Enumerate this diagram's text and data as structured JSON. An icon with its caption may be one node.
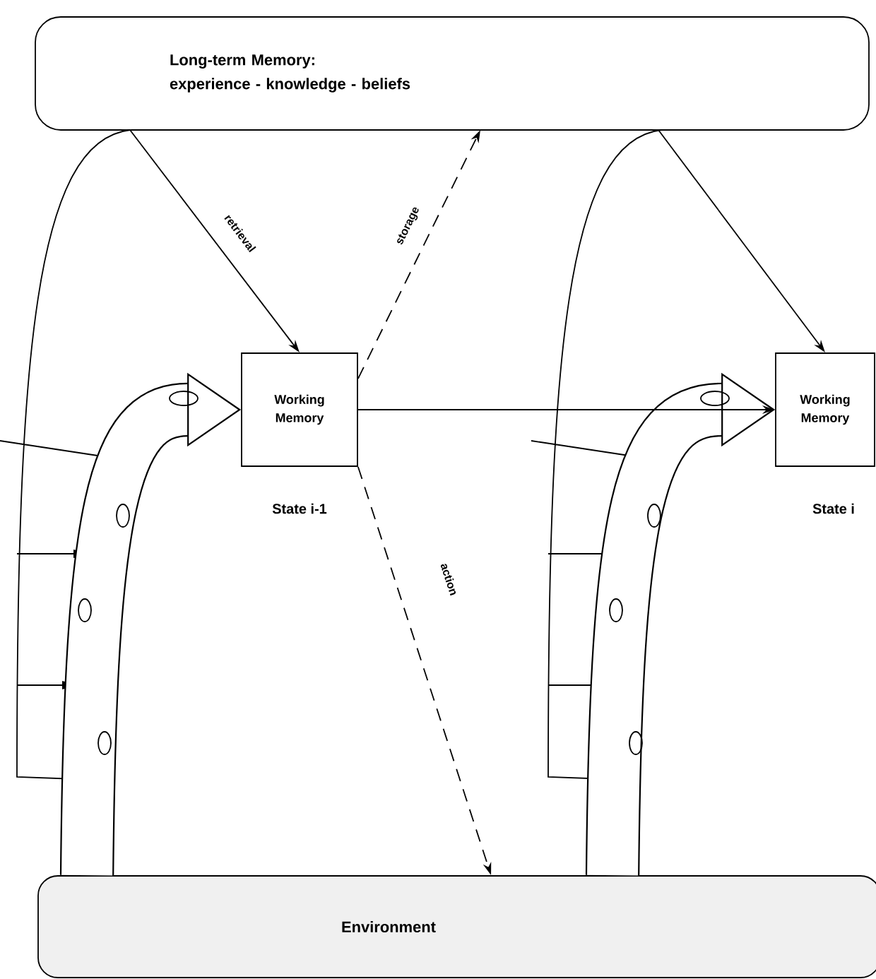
{
  "diagram": {
    "nodes": [
      {
        "text": [
          "Long-term Memory:",
          "experience - knowledge - beliefs"
        ]
      },
      {
        "text": [
          "Working Memory"
        ],
        "beside": [
          "State i-1"
        ]
      },
      {
        "text": [
          "Working Memory"
        ],
        "beside": [
          "State i"
        ]
      },
      {
        "text": [
          "Environment"
        ]
      }
    ],
    "edges": [
      {
        "from": 0,
        "to": 1,
        "arrow": "to",
        "label": "retrieval"
      },
      {
        "from": 1,
        "to": 0,
        "arrow": "to",
        "label": "storage",
        "style": "dashed"
      },
      {
        "from": 1,
        "to": 3,
        "arrow": "to",
        "label": "action",
        "style": "dashed"
      },
      {
        "from": 1,
        "to": 2,
        "arrow": "to"
      },
      {
        "from": 0,
        "to": 2,
        "arrow": "to"
      },
      {
        "from": 3,
        "to": 1,
        "arrow": "to",
        "style": "thick"
      },
      {
        "from": 3,
        "to": 2,
        "arrow": "to",
        "style": "thick"
      }
    ]
  }
}
